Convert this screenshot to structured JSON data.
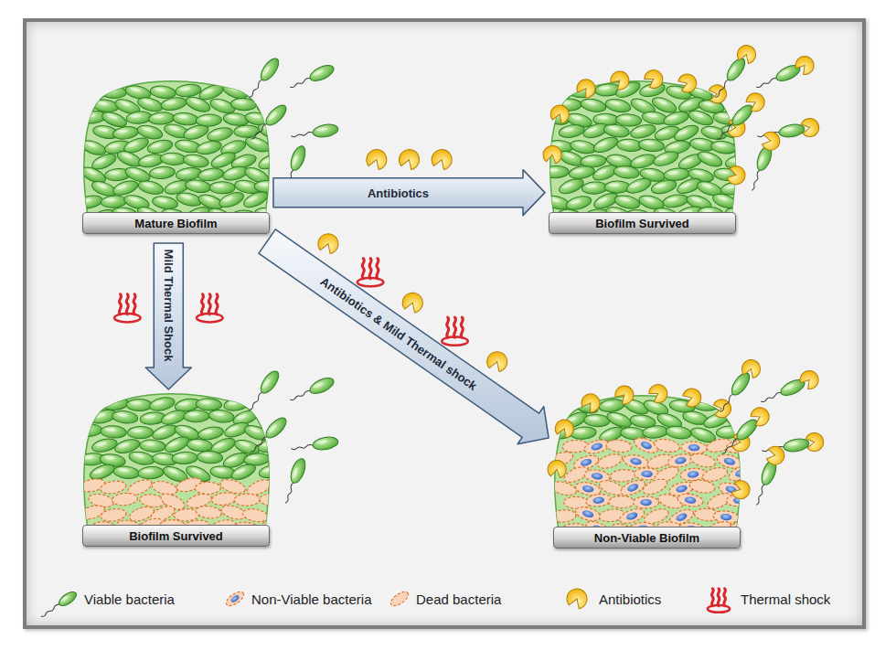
{
  "diagram": {
    "nodes": [
      {
        "text": [
          "Mature Biofilm"
        ]
      },
      {
        "text": [
          "Biofilm Survived"
        ]
      },
      {
        "text": [
          "Biofilm Survived"
        ]
      },
      {
        "text": [
          "Non-Viable Biofilm"
        ]
      }
    ],
    "edges": [
      {
        "from": 0,
        "to": 1,
        "label": "Antibiotics",
        "arrow": "to"
      },
      {
        "from": 0,
        "to": 2,
        "label": "Mild Thermal Shock",
        "arrow": "to"
      },
      {
        "from": 0,
        "to": 3,
        "label": "Antibiotics & Mild Thermal shock",
        "arrow": "to"
      }
    ],
    "legend": [
      {
        "text": "Viable bacteria"
      },
      {
        "text": "Non-Viable bacteria"
      },
      {
        "text": "Dead bacteria"
      },
      {
        "text": "Antibiotics"
      },
      {
        "text": "Thermal shock"
      }
    ]
  }
}
